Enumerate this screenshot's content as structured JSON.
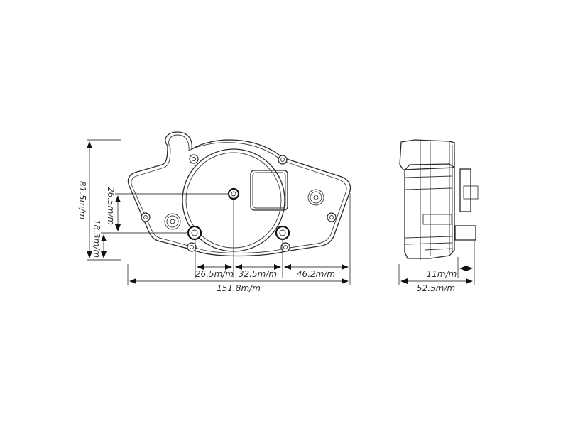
{
  "drawing": {
    "title": "Speedometer gauge dimensional drawing",
    "unit_suffix": "m/m",
    "colors": {
      "line": "#2a2a2a",
      "text": "#333333",
      "background": "#ffffff"
    }
  },
  "front_view": {
    "dimensions": {
      "overall_height": "81.5m/m",
      "center_offset_vertical": "26.5m/m",
      "lower_mount_height": "18.3m/m",
      "left_to_center": "26.5m/m",
      "center_to_right_mount": "32.5m/m",
      "right_mount_to_edge": "46.2m/m",
      "overall_width": "151.8m/m"
    }
  },
  "side_view": {
    "dimensions": {
      "connector_depth": "11m/m",
      "overall_depth": "52.5m/m"
    }
  }
}
